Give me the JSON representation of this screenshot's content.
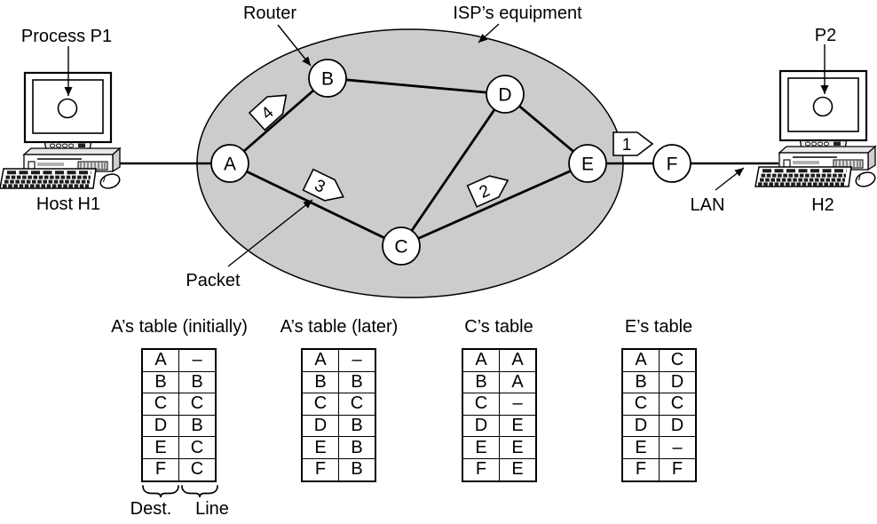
{
  "figure": {
    "labels": {
      "process_p1": "Process P1",
      "router": "Router",
      "isp_equipment": "ISP’s equipment",
      "p2": "P2",
      "host_h1": "Host H1",
      "h2": "H2",
      "lan": "LAN",
      "packet": "Packet"
    },
    "nodes": [
      "A",
      "B",
      "C",
      "D",
      "E",
      "F"
    ],
    "packets": [
      "1",
      "2",
      "3",
      "4"
    ],
    "links": [
      "A-B",
      "B-D",
      "D-E",
      "D-C",
      "A-C",
      "C-E",
      "E-F",
      "H1-A",
      "F-H2"
    ]
  },
  "tables": [
    {
      "title": "A’s table (initially)",
      "rows": [
        [
          "A",
          "–"
        ],
        [
          "B",
          "B"
        ],
        [
          "C",
          "C"
        ],
        [
          "D",
          "B"
        ],
        [
          "E",
          "C"
        ],
        [
          "F",
          "C"
        ]
      ]
    },
    {
      "title": "A’s table (later)",
      "rows": [
        [
          "A",
          "–"
        ],
        [
          "B",
          "B"
        ],
        [
          "C",
          "C"
        ],
        [
          "D",
          "B"
        ],
        [
          "E",
          "B"
        ],
        [
          "F",
          "B"
        ]
      ]
    },
    {
      "title": "C’s table",
      "rows": [
        [
          "A",
          "A"
        ],
        [
          "B",
          "A"
        ],
        [
          "C",
          "–"
        ],
        [
          "D",
          "E"
        ],
        [
          "E",
          "E"
        ],
        [
          "F",
          "E"
        ]
      ]
    },
    {
      "title": "E’s table",
      "rows": [
        [
          "A",
          "C"
        ],
        [
          "B",
          "D"
        ],
        [
          "C",
          "C"
        ],
        [
          "D",
          "D"
        ],
        [
          "E",
          "–"
        ],
        [
          "F",
          "F"
        ]
      ]
    }
  ],
  "column_labels": {
    "dest": "Dest.",
    "line": "Line"
  },
  "colors": {
    "background": "#ffffff",
    "ellipse_fill": "#cccccc",
    "stroke": "#000000",
    "case_top": "#e8e8e8",
    "case_side": "#cfcfcf"
  }
}
